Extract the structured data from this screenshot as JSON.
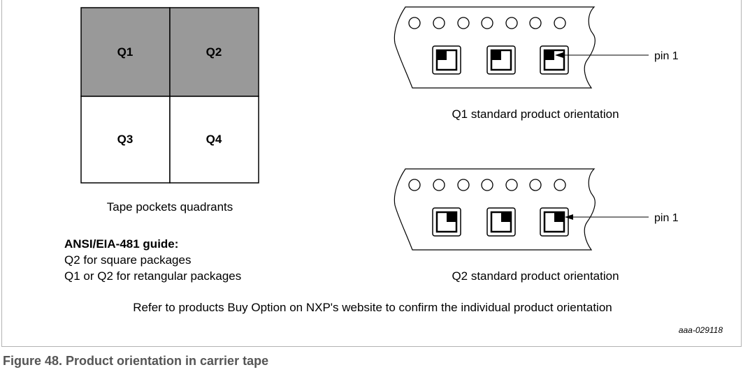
{
  "quadrants": {
    "q1": "Q1",
    "q2": "Q2",
    "q3": "Q3",
    "q4": "Q4",
    "caption": "Tape pockets quadrants",
    "shaded_color": "#999999"
  },
  "guide": {
    "title": "ANSI/EIA-481 guide:",
    "line1": "Q2 for square packages",
    "line2": "Q1 or Q2 for retangular packages"
  },
  "tape_top": {
    "pin_label": "pin 1",
    "caption": "Q1 standard product orientation"
  },
  "tape_bottom": {
    "pin_label": "pin 1",
    "caption": "Q2 standard product orientation"
  },
  "note": "Refer to products Buy Option on NXP's website to confirm the individual product orientation",
  "figure_id": "aaa-029118",
  "figure_caption": "Figure 48.  Product orientation in carrier tape"
}
